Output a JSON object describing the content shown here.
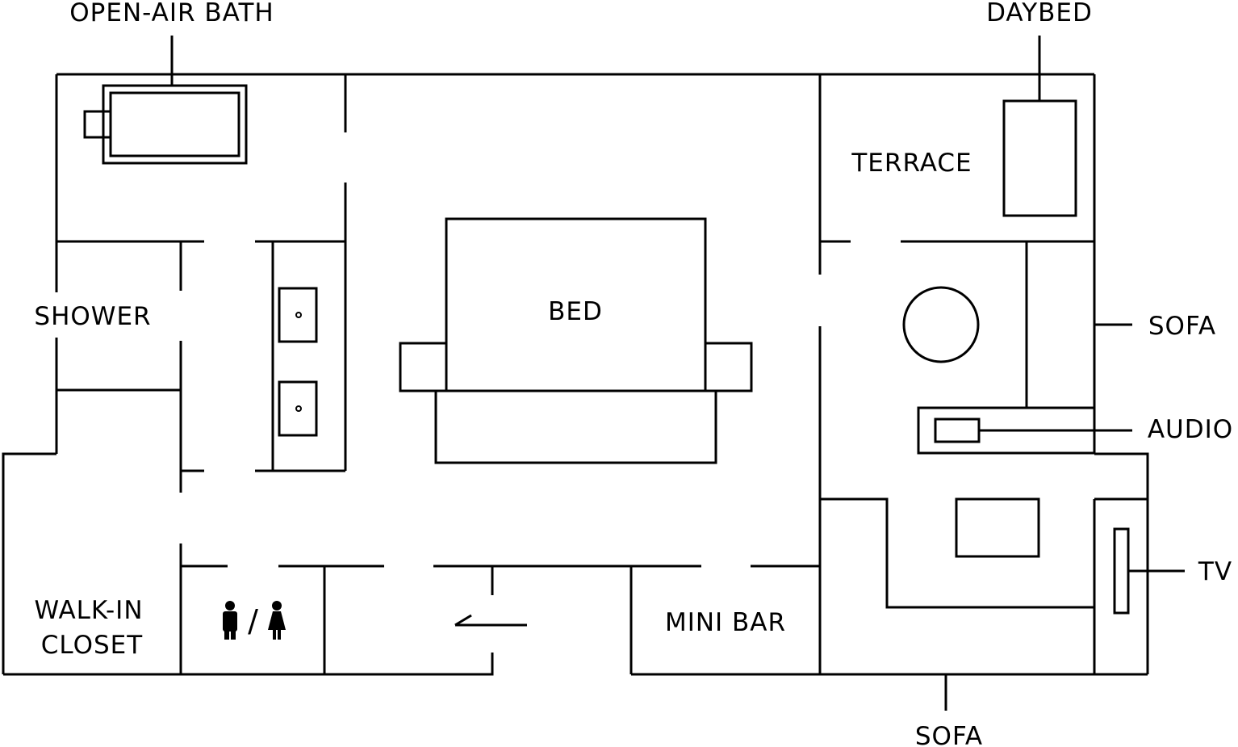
{
  "colors": {
    "line": "#000000",
    "background": "#ffffff"
  },
  "labels": {
    "open_air_bath": "OPEN-AIR BATH",
    "daybed": "DAYBED",
    "terrace": "TERRACE",
    "shower": "SHOWER",
    "bed": "BED",
    "sofa_right": "SOFA",
    "audio": "AUDIO",
    "tv": "TV",
    "walk_in_line1": "WALK-IN",
    "walk_in_line2": "CLOSET",
    "restroom_separator": "/",
    "mini_bar": "MINI BAR",
    "sofa_bottom": "SOFA"
  },
  "icons": {
    "restroom_male": "man-icon",
    "restroom_female": "woman-icon",
    "entrance_door": "door-swing-icon"
  }
}
